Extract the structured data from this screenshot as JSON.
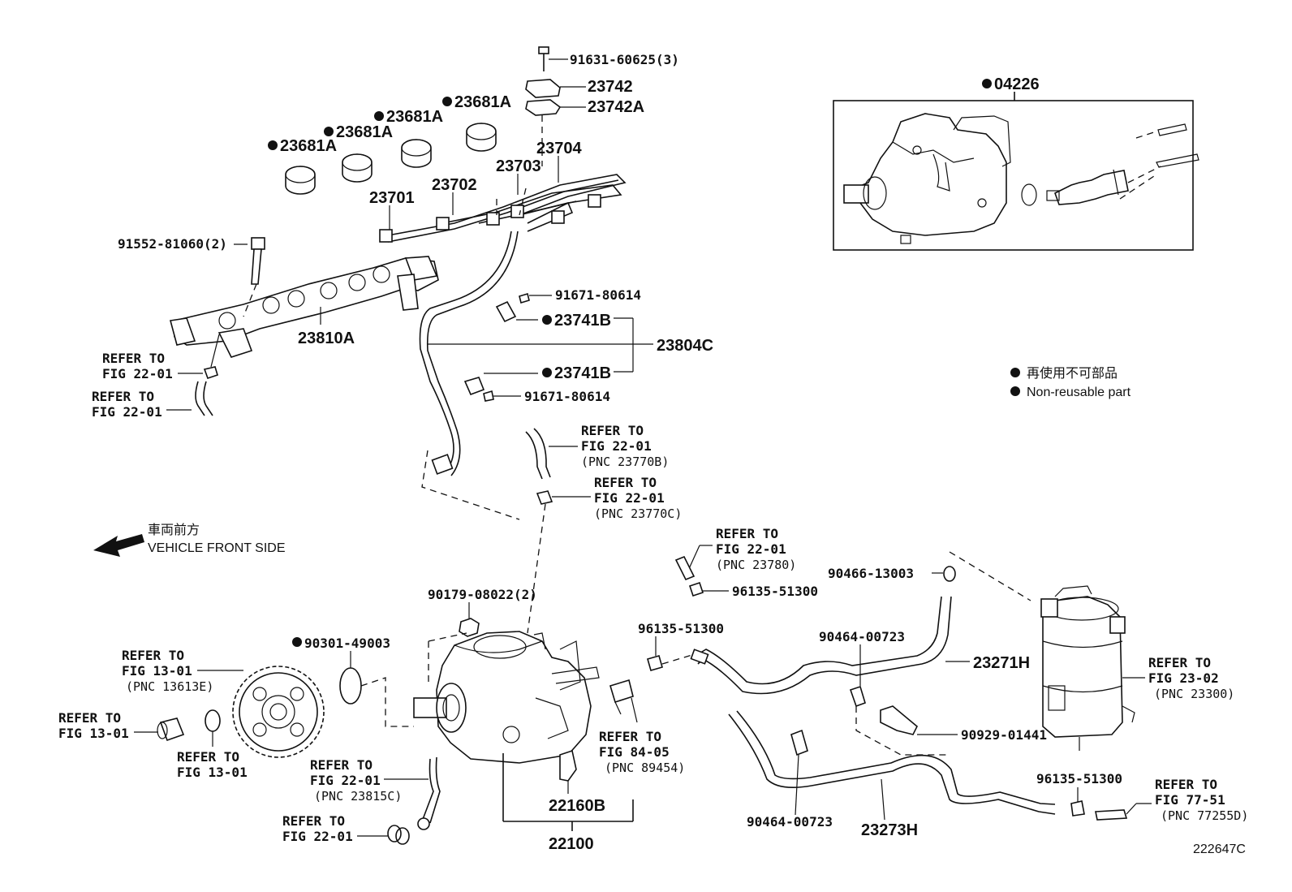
{
  "diagram_id": "222647C",
  "legend": {
    "jp": "再使用不可部品",
    "en": "Non-reusable part"
  },
  "vehicle_front": {
    "jp": "車両前方",
    "en": "VEHICLE FRONT SIDE"
  },
  "parts": {
    "p04226": "04226",
    "p23681a_1": "23681A",
    "p23681a_2": "23681A",
    "p23681a_3": "23681A",
    "p23681a_4": "23681A",
    "p91631": "91631-60625(3)",
    "p23742": "23742",
    "p23742a": "23742A",
    "p23704": "23704",
    "p23703": "23703",
    "p23702": "23702",
    "p23701": "23701",
    "p91552": "91552-81060(2)",
    "p23810a": "23810A",
    "p91671_1": "91671-80614",
    "p23741b_1": "23741B",
    "p23804c": "23804C",
    "p23741b_2": "23741B",
    "p91671_2": "91671-80614",
    "p90179": "90179-08022(2)",
    "p90301": "90301-49003",
    "p96135_1": "96135-51300",
    "p96135_2": "96135-51300",
    "p90466": "90466-13003",
    "p90464_1": "90464-00723",
    "p23271h": "23271H",
    "p90929": "90929-01441",
    "p90464_2": "90464-00723",
    "p23273h": "23273H",
    "p96135_3": "96135-51300",
    "p22160b": "22160B",
    "p22100": "22100"
  },
  "refs": {
    "r1": {
      "l1": "REFER TO",
      "l2": "FIG 22-01"
    },
    "r2": {
      "l1": "REFER TO",
      "l2": "FIG 22-01"
    },
    "r3": {
      "l1": "REFER TO",
      "l2": "FIG 22-01",
      "pnc": "(PNC 23770B)"
    },
    "r4": {
      "l1": "REFER TO",
      "l2": "FIG 22-01",
      "pnc": "(PNC 23770C)"
    },
    "r5": {
      "l1": "REFER TO",
      "l2": "FIG 22-01",
      "pnc": "(PNC 23780)"
    },
    "r6": {
      "l1": "REFER TO",
      "l2": "FIG 13-01",
      "pnc": "(PNC 13613E)"
    },
    "r7": {
      "l1": "REFER TO",
      "l2": "FIG 13-01"
    },
    "r8": {
      "l1": "REFER TO",
      "l2": "FIG 13-01"
    },
    "r9": {
      "l1": "REFER TO",
      "l2": "FIG 22-01",
      "pnc": "(PNC 23815C)"
    },
    "r10": {
      "l1": "REFER TO",
      "l2": "FIG 22-01"
    },
    "r11": {
      "l1": "REFER TO",
      "l2": "FIG 84-05",
      "pnc": "(PNC 89454)"
    },
    "r12": {
      "l1": "REFER TO",
      "l2": "FIG 23-02",
      "pnc": "(PNC 23300)"
    },
    "r13": {
      "l1": "REFER TO",
      "l2": "FIG 77-51",
      "pnc": "(PNC 77255D)"
    }
  }
}
